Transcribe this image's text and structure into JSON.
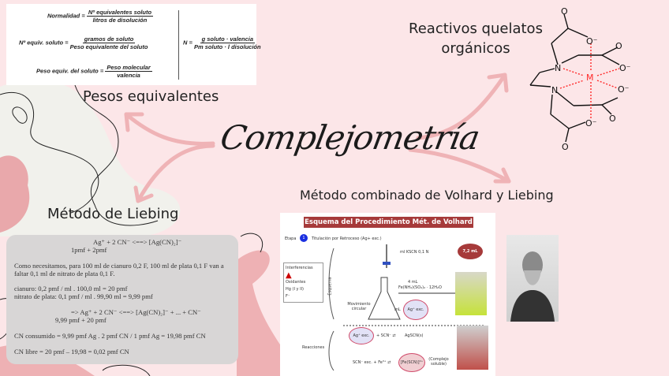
{
  "title": "Complejometría",
  "topics": {
    "pesos": "Pesos equivalentes",
    "reactivos": [
      "Reactivos quelatos",
      "orgánicos"
    ],
    "volhard_liebing": "Método combinado de Volhard y Liebing",
    "liebing": "Método de Liebing"
  },
  "formulas": {
    "normalidad_lhs": "Normalidad =",
    "normalidad_num": "Nº equivalentes soluto",
    "normalidad_den": "litros de disolución",
    "equiv_lhs": "Nº equiv. soluto =",
    "equiv_num": "gramos de soluto",
    "equiv_den": "Peso equivalente del soluto",
    "peso_lhs": "Peso equiv. del soluto =",
    "peso_num": "Peso molecular",
    "peso_den": "valencia",
    "n_lhs": "N =",
    "n_num": "g soluto · valencia",
    "n_den": "Pm soluto · l disolución"
  },
  "edta": {
    "oxygen": "O",
    "oxygen_anion": "O⁻",
    "nitrogen": "N",
    "metal": "M"
  },
  "liebing_box": {
    "lines": [
      "Ag⁺ + 2 CN⁻ <==> [Ag(CN)₂]⁻",
      "1pmf + 2pmf",
      "Como necesitamos, para 100 ml de cianuro 0,2 F, 100 ml de plata 0,1 F van a",
      "faltar 0,1 ml de nitrato de plata 0,1 F.",
      "cianuro: 0,2 pmf / ml . 100,0 ml = 20 pmf",
      "nitrato de plata: 0,1 pmf / ml . 99,90 ml = 9,99 pmf",
      "=> Ag⁺ + 2 CN⁻ <==> [Ag(CN)₂]⁻ + ... + CN⁻",
      "9,99 pmf + 20 pmf",
      "CN consumido = 9,99 pmf Ag . 2 pmf CN / 1 pmf Ag = 19,98 pmf CN",
      "CN libre = 20 pmf – 19,98 = 0,02 pmf CN"
    ]
  },
  "volhard_scheme": {
    "header": "Esquema del Procedimiento Mét. de Volhard",
    "etapa": "Etapa",
    "step_number": "1",
    "step_title": "Titulación por Retroceso (Ag+ exc.)",
    "titrant": "ml KSCN 0,1 N",
    "volume_badge": "7,2 mL",
    "interferences_title": "Interferencias",
    "interferences": [
      "Oxidantes",
      "Hg (I y II)",
      "F⁻"
    ],
    "esquema_label": "Esquema",
    "indicator_amount": "4 mL",
    "indicator": "Fe(NH₄)(SO₄)₂ · 12H₂O",
    "movement": "Movimiento circular",
    "ml_label": "mL",
    "ag_exc": "Ag⁺ exc.",
    "reacciones_label": "Reacciones",
    "reaction1_mid": "+ SCN⁻ ⇄",
    "reaction1_product": "AgSCN(s)",
    "reaction2_lhs": "SCN⁻ exc. + Fe³⁺ ⇄",
    "reaction2_complex": "[Fe(SCN)]²⁺",
    "reaction2_note": "(Complejo soluble)"
  },
  "colors": {
    "background": "#fce6e8",
    "arrow": "#efb3b6",
    "header": "#a63a3a",
    "chelate_bond": "#ff2a2a"
  }
}
